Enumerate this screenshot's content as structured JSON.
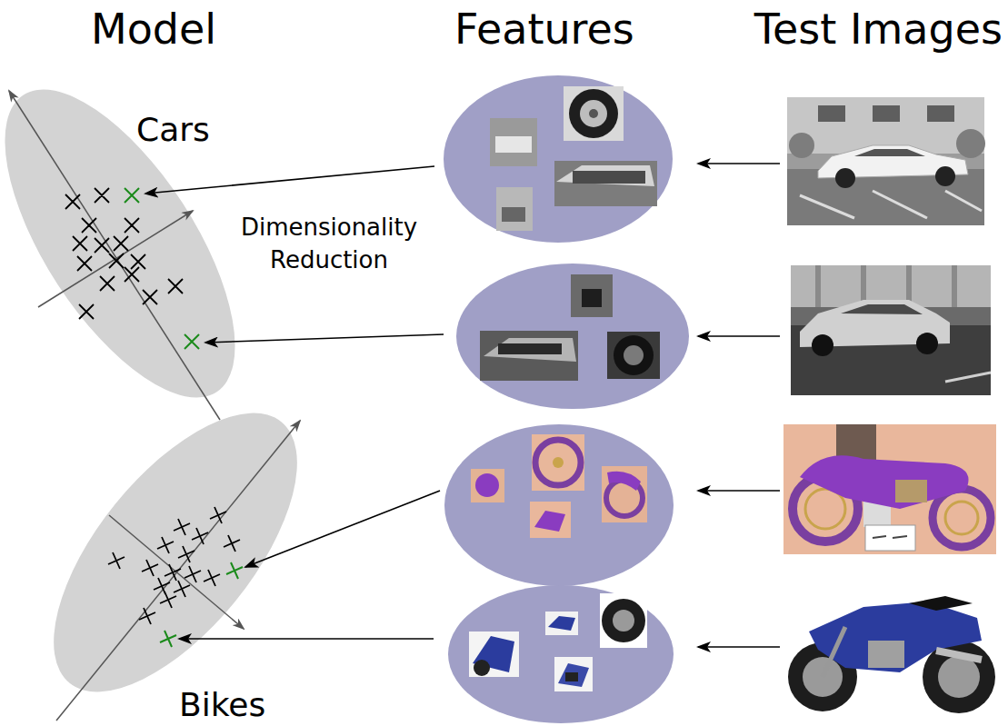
{
  "diagram": {
    "nodes": [
      {
        "text": [
          "Cars"
        ]
      },
      {
        "text": [
          "Bikes"
        ]
      }
    ],
    "labels": [
      "Model",
      "Features",
      "Test Images",
      "Dimensionality Reduction"
    ]
  }
}
